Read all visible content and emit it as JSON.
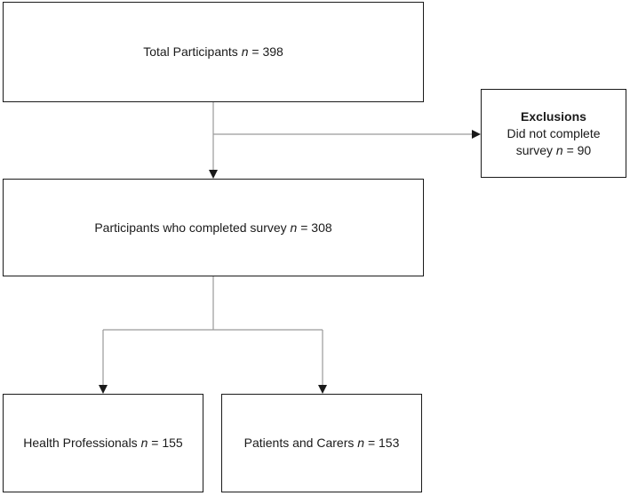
{
  "boxes": {
    "total": {
      "label": "Total Participants",
      "n_prefix": "n",
      "n_value": "= 398"
    },
    "completed": {
      "label": "Participants who completed survey",
      "n_prefix": "n",
      "n_value": "= 308"
    },
    "exclusions": {
      "title": "Exclusions",
      "line1": "Did not complete",
      "line2": "survey",
      "n_prefix": "n",
      "n_value": "= 90"
    },
    "health": {
      "label": "Health Professionals",
      "n_prefix": "n",
      "n_value": "= 155"
    },
    "patients": {
      "label": "Patients and Carers",
      "n_prefix": "n",
      "n_value": "= 153"
    }
  },
  "colors": {
    "box_border": "#1a1a1a",
    "connector": "#9a9a9a",
    "arrowhead": "#1a1a1a"
  }
}
